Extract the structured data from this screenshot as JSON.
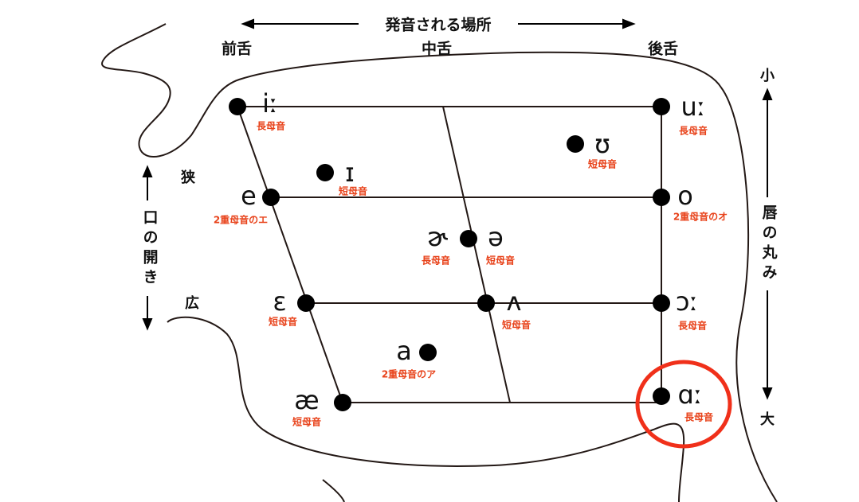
{
  "header": {
    "title": "発音される場所",
    "front": "前舌",
    "central": "中舌",
    "back": "後舌"
  },
  "left_axis": {
    "title": "口の開き",
    "top": "狭",
    "bottom": "広"
  },
  "right_axis": {
    "title": "唇の丸み",
    "top": "小",
    "bottom": "大"
  },
  "vowels": [
    {
      "symbol": "iː",
      "label": "長母音"
    },
    {
      "symbol": "uː",
      "label": "長母音"
    },
    {
      "symbol": "ʊ",
      "label": "短母音"
    },
    {
      "symbol": "ɪ",
      "label": "短母音"
    },
    {
      "symbol": "e",
      "label": "2重母音のエ"
    },
    {
      "symbol": "o",
      "label": "2重母音のオ"
    },
    {
      "symbol": "ɚ",
      "label": "長母音"
    },
    {
      "symbol": "ə",
      "label": "短母音"
    },
    {
      "symbol": "ɛ",
      "label": "短母音"
    },
    {
      "symbol": "ʌ",
      "label": "短母音"
    },
    {
      "symbol": "ɔː",
      "label": "長母音"
    },
    {
      "symbol": "a",
      "label": "2重母音のア"
    },
    {
      "symbol": "æ",
      "label": "短母音"
    },
    {
      "symbol": "ɑː",
      "label": "長母音"
    }
  ],
  "highlight": {
    "vowel": "ɑː",
    "color": "#f0301a"
  },
  "colors": {
    "label": "#e8421a",
    "line": "#231815"
  }
}
